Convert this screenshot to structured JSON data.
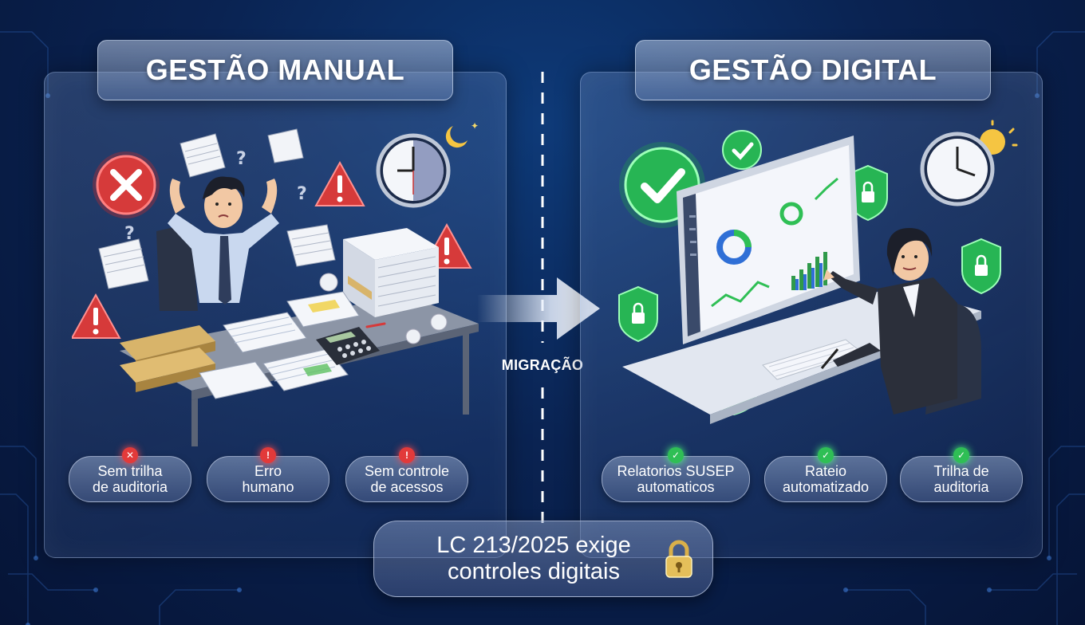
{
  "left_panel": {
    "title": "GESTÃO MANUAL",
    "issues": [
      {
        "line1": "Sem trilha",
        "line2": "de auditoria",
        "icon": "x-badge-icon"
      },
      {
        "line1": "Erro",
        "line2": "humano",
        "icon": "exclamation-badge-icon"
      },
      {
        "line1": "Sem controle",
        "line2": "de acessos",
        "icon": "exclamation-badge-icon"
      }
    ]
  },
  "center": {
    "migration_label": "MIGRAÇÃO"
  },
  "right_panel": {
    "title": "GESTÃO DIGITAL",
    "benefits": [
      {
        "line1": "Relatorios SUSEP",
        "line2": "automaticos",
        "icon": "check-badge-icon"
      },
      {
        "line1": "Rateio",
        "line2": "automatizado",
        "icon": "check-badge-icon"
      },
      {
        "line1": "Trilha de",
        "line2": "auditoria",
        "icon": "check-badge-icon"
      }
    ]
  },
  "footer": {
    "line1": "LC 213/2025 exige",
    "line2": "controles digitais",
    "icon": "padlock-icon"
  },
  "colors": {
    "background": "#0a2352",
    "error_red": "#e23a3a",
    "success_green": "#2fbf55",
    "lock_gold": "#d9b04a"
  }
}
